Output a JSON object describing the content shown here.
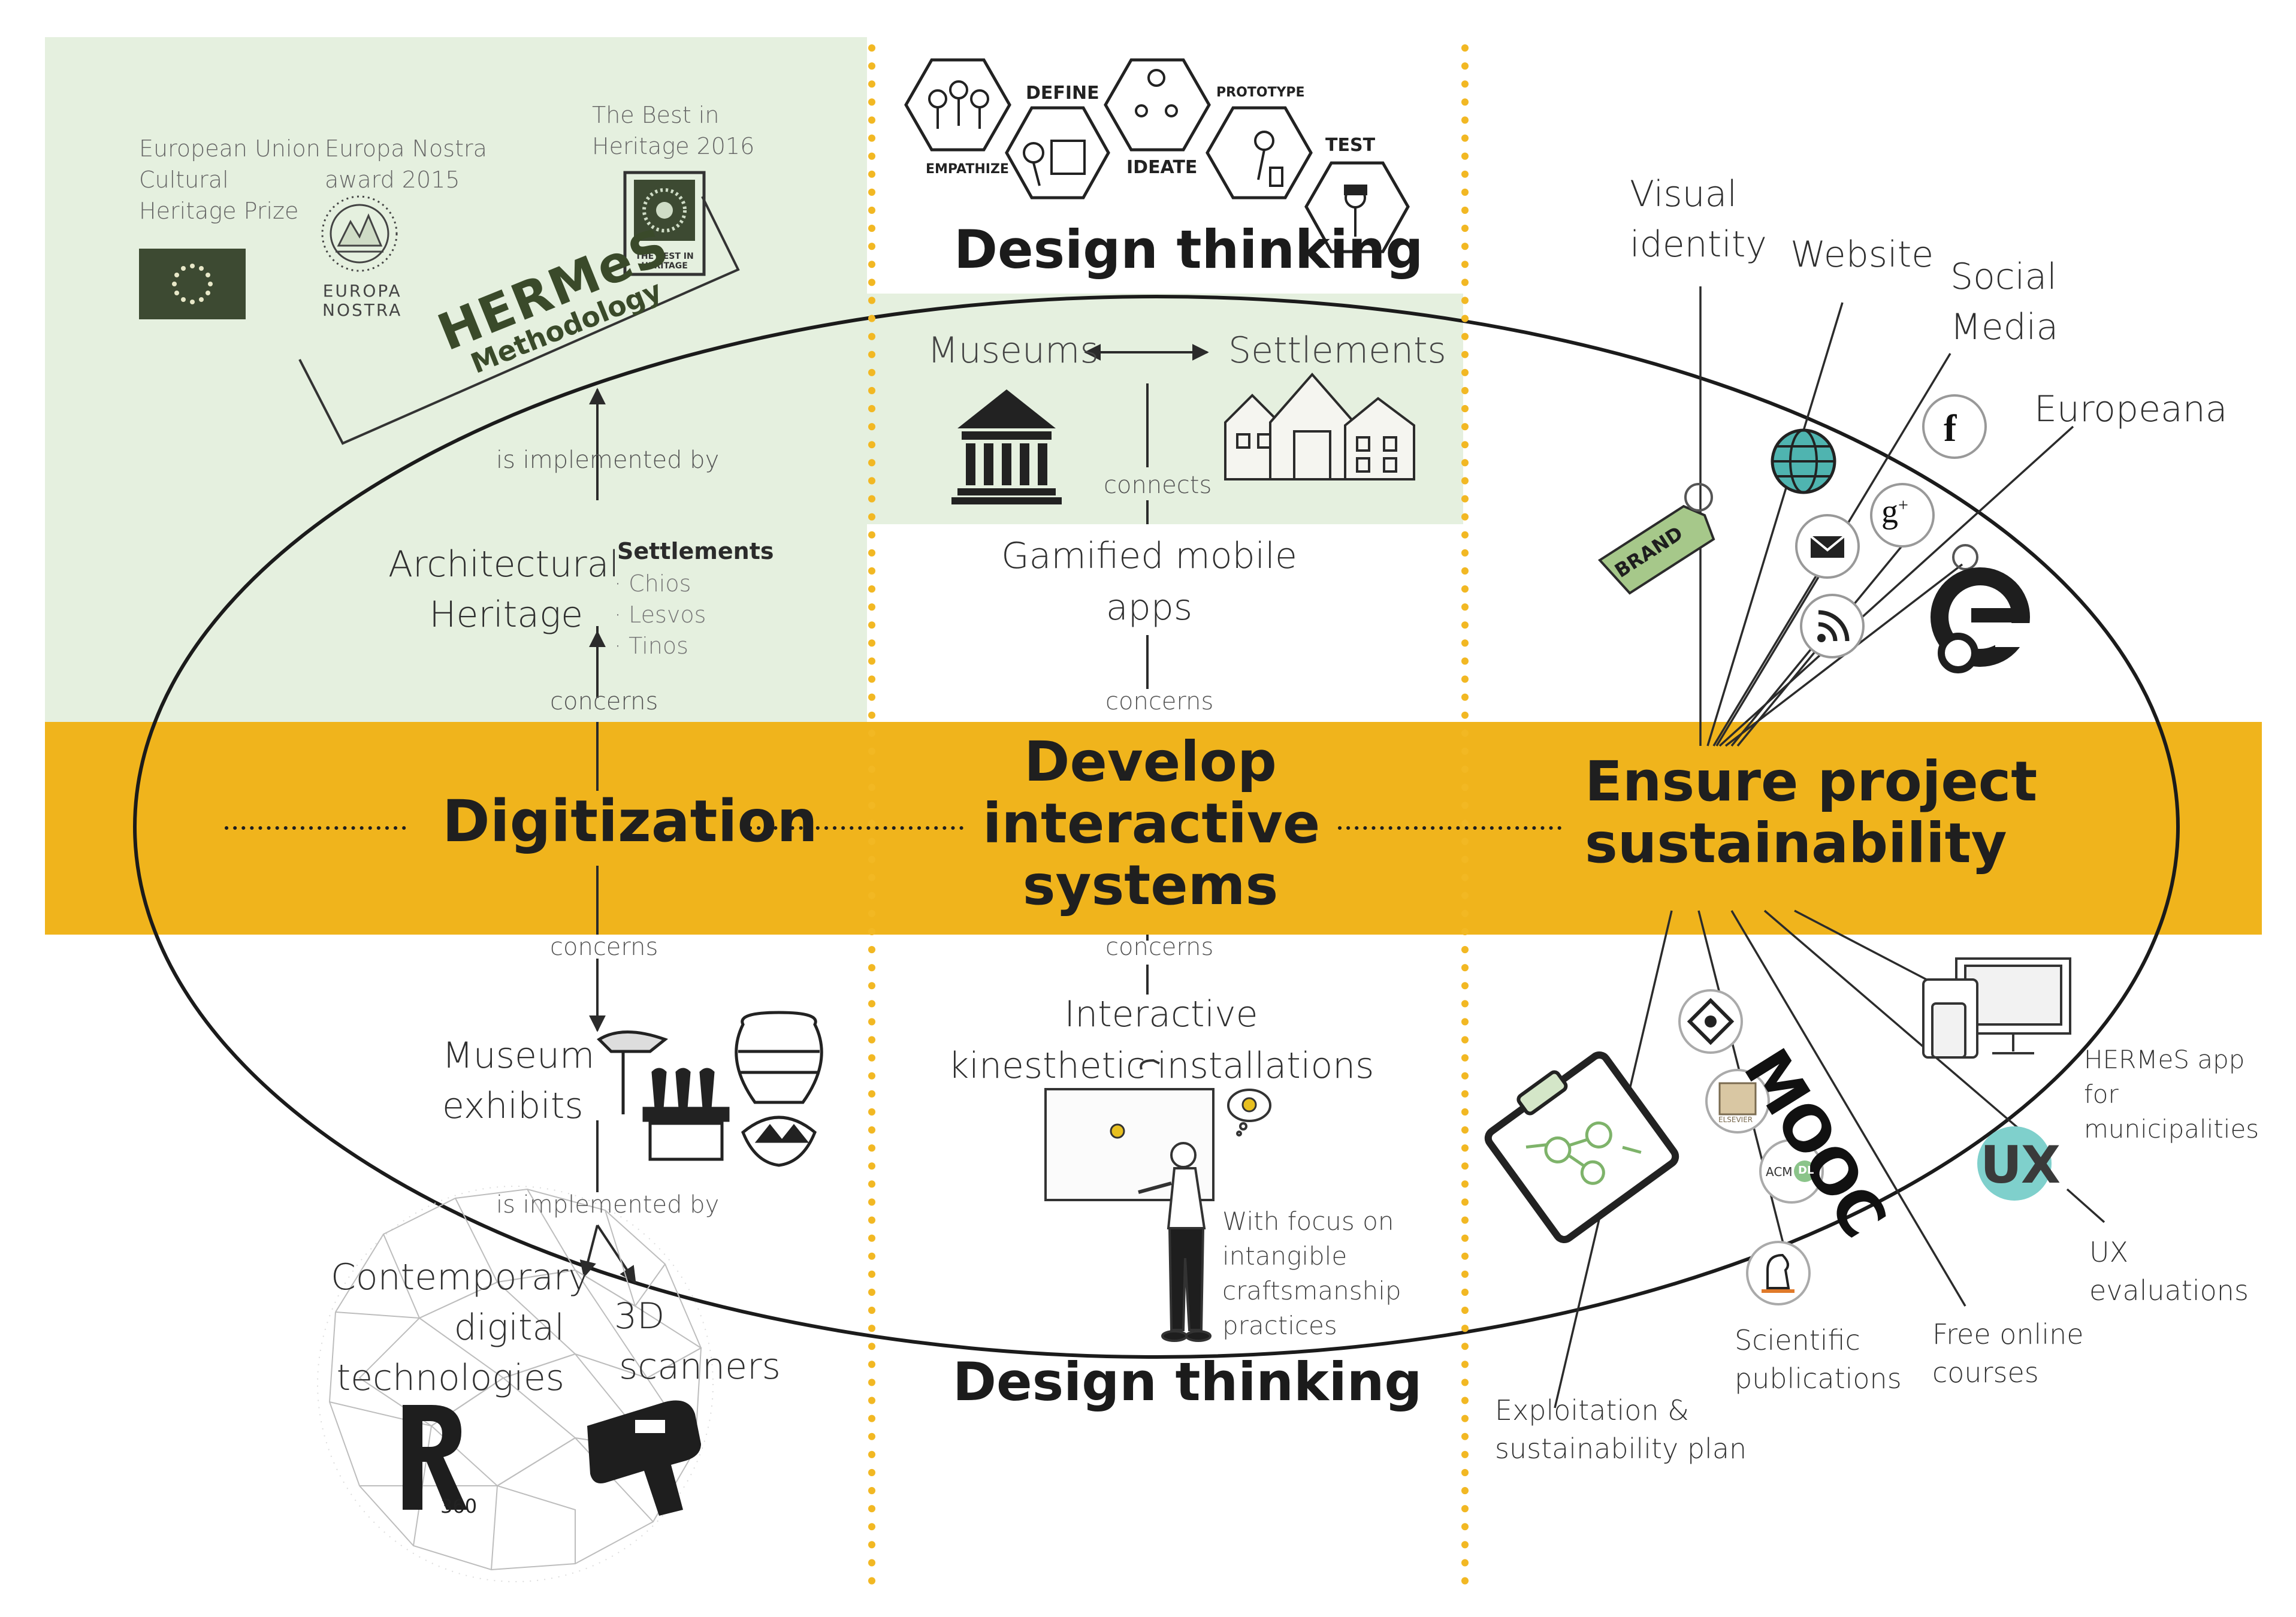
{
  "colors": {
    "band": "#f0b41c",
    "pale_green": "#e5f0df",
    "dots": "#f2b823",
    "ink": "#222222",
    "ux_teal": "#7fd0cc",
    "eu_dark": "#3d4a32"
  },
  "band": {
    "digitization": "Digitization",
    "develop": [
      "Develop",
      "interactive",
      "systems"
    ],
    "ensure": [
      "Ensure project",
      "sustainability"
    ]
  },
  "awards": {
    "eu_prize": [
      "European Union",
      "Cultural",
      "Heritage Prize"
    ],
    "europa_nostra": [
      "Europa Nostra",
      "award 2015"
    ],
    "europa_nostra_logo": [
      "EUROPA",
      "NOSTRA"
    ],
    "best_heritage": [
      "The Best in",
      "Heritage 2016"
    ],
    "best_heritage_logo": "THE BEST IN HERITAGE"
  },
  "hermes": {
    "title": "HERMeS",
    "subtitle": "Methodology"
  },
  "left_upper": {
    "is_implemented_by": "is implemented by",
    "architectural": [
      "Architectural",
      "Heritage"
    ],
    "settlements_title": "Settlements",
    "settlements": [
      "Chios",
      "Lesvos",
      "Tinos"
    ],
    "concerns": "concerns"
  },
  "left_lower": {
    "concerns": "concerns",
    "museum_exhibits": [
      "Museum",
      "exhibits"
    ],
    "is_implemented_by": "is implemented by",
    "contemporary": [
      "Contemporary",
      "digital",
      "technologies"
    ],
    "scanners": [
      "3D",
      "scanners"
    ],
    "r360_letter": "R",
    "r360_num": "360"
  },
  "design_thinking_top": {
    "steps": [
      "EMPATHIZE",
      "DEFINE",
      "IDEATE",
      "PROTOTYPE",
      "TEST"
    ],
    "title": "Design thinking"
  },
  "center_upper": {
    "museums": "Museums",
    "settlements": "Settlements",
    "connects": "connects",
    "gamified": [
      "Gamified mobile",
      "apps"
    ],
    "concerns": "concerns"
  },
  "center_lower": {
    "concerns": "concerns",
    "interactive": [
      "Interactive",
      "kinesthetic installations"
    ],
    "focus": [
      "With focus on",
      "intangible",
      "craftsmanship",
      "practices"
    ],
    "title": "Design thinking"
  },
  "right_upper": {
    "visual_identity": [
      "Visual",
      "identity"
    ],
    "website": "Website",
    "social_media": [
      "Social",
      "Media"
    ],
    "europeana": "Europeana",
    "brand_tag": "BRAND"
  },
  "right_lower": {
    "hermes_app": [
      "HERMeS app",
      "for",
      "municipalities"
    ],
    "ux_badge": "UX",
    "ux_evaluations": [
      "UX",
      "evaluations"
    ],
    "mooc": "MOOC",
    "free_courses": [
      "Free online",
      "courses"
    ],
    "scientific": [
      "Scientific",
      "publications"
    ],
    "exploitation": [
      "Exploitation &",
      "sustainability plan"
    ],
    "elsevier": "ELSEVIER",
    "acm": "ACM",
    "dl": "DL"
  }
}
